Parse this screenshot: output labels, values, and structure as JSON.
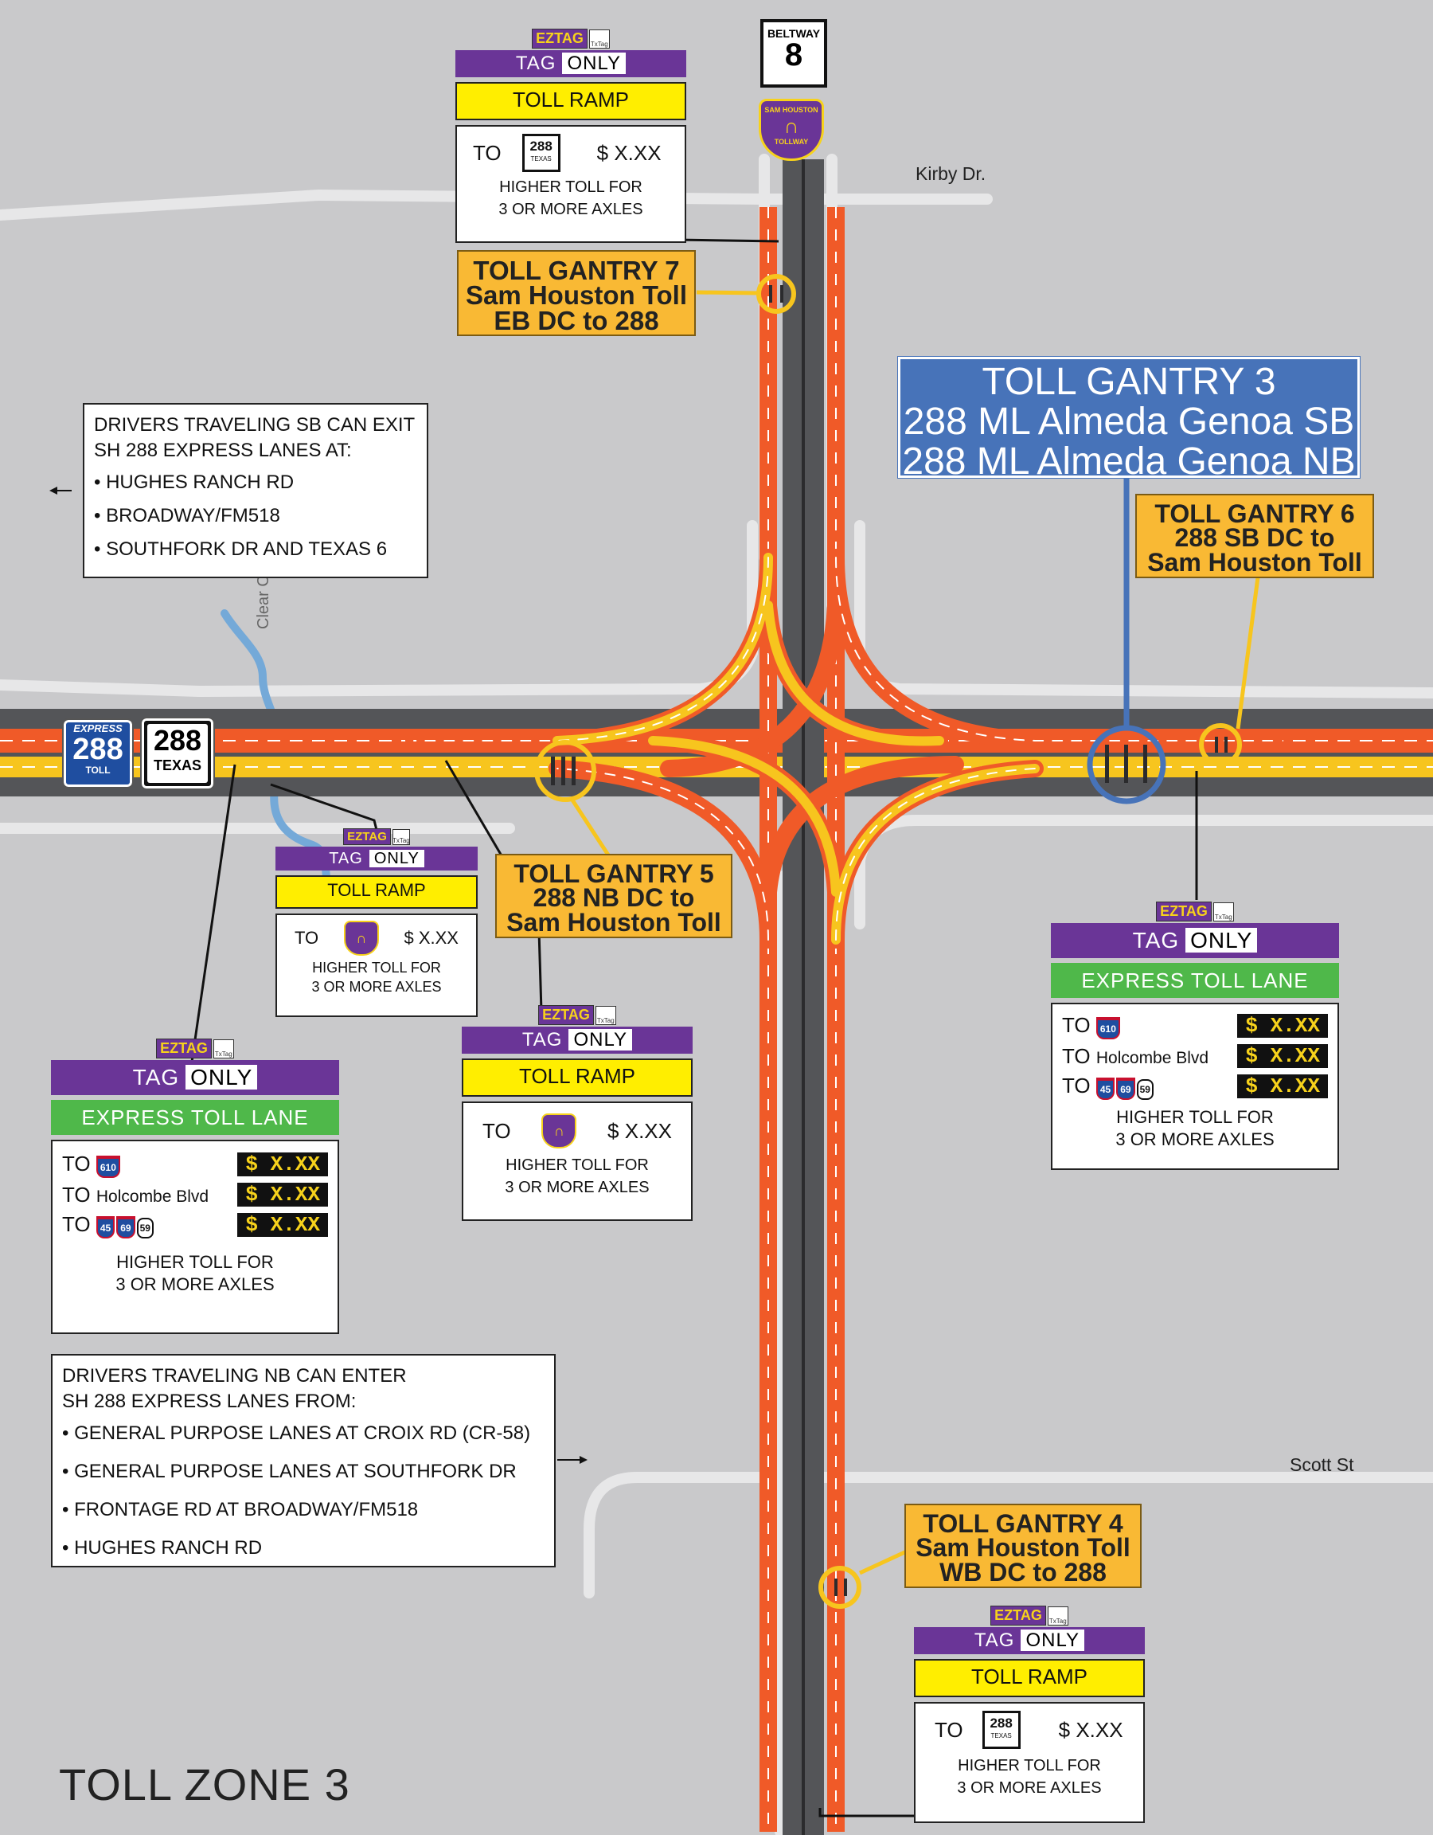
{
  "colors": {
    "background": "#c9c9cb",
    "road_dark": "#545558",
    "road_orange": "#f05a28",
    "road_yellow": "#f7c51e",
    "callout_yellow": "#f9b934",
    "callout_blue": "#4773b9",
    "tag_purple": "#6a3597",
    "express_green": "#4fb84a",
    "creek_blue": "#74a9d8"
  },
  "shields": {
    "beltway_top": "BELTWAY",
    "beltway_num": "8",
    "sam_houston_top": "SAM HOUSTON",
    "sam_houston_bottom": "TOLLWAY",
    "express_label": "EXPRESS",
    "express_num": "288",
    "express_toll": "TOLL",
    "texas_num": "288",
    "texas_label": "TEXAS"
  },
  "streets": {
    "kirby": "Kirby Dr.",
    "scott": "Scott St",
    "creek": "Clear Creek"
  },
  "logos": {
    "eztag": "EZTAG",
    "txtag": "TxTag"
  },
  "sign_text": {
    "tag": "TAG",
    "only": "ONLY",
    "toll_ramp": "TOLL RAMP",
    "express_toll_lane": "EXPRESS TOLL LANE",
    "to": "TO",
    "price": "$ X.XX",
    "higher_1": "HIGHER TOLL FOR",
    "higher_2": "3 OR MORE AXLES",
    "holcombe": "Holcombe Blvd",
    "i610": "610",
    "i45": "45",
    "i69": "69",
    "us59": "59",
    "shield_288_num": "288",
    "shield_288_state": "TEXAS"
  },
  "gantries": {
    "g7": [
      "TOLL GANTRY 7",
      "Sam Houston Toll",
      "EB DC to 288"
    ],
    "g3": [
      "TOLL GANTRY 3",
      "288 ML Almeda Genoa SB",
      "288 ML Almeda Genoa NB"
    ],
    "g6": [
      "TOLL GANTRY 6",
      "288 SB DC to",
      "Sam Houston Toll"
    ],
    "g5": [
      "TOLL GANTRY 5",
      "288  NB DC to",
      "Sam Houston Toll"
    ],
    "g4": [
      "TOLL GANTRY 4",
      "Sam Houston Toll",
      "WB DC to 288"
    ]
  },
  "info_sb": {
    "heading_1": "DRIVERS TRAVELING SB CAN EXIT",
    "heading_2": "SH 288 EXPRESS LANES AT:",
    "items": [
      "HUGHES RANCH RD",
      "BROADWAY/FM518",
      "SOUTHFORK DR AND TEXAS 6"
    ]
  },
  "info_nb": {
    "heading_1": "DRIVERS TRAVELING NB CAN ENTER",
    "heading_2": "SH 288 EXPRESS LANES FROM:",
    "items": [
      "GENERAL PURPOSE LANES AT CROIX RD (CR-58)",
      "GENERAL PURPOSE LANES AT SOUTHFORK DR",
      "FRONTAGE RD AT BROADWAY/FM518",
      "HUGHES RANCH RD"
    ]
  },
  "zone_title": "TOLL ZONE 3"
}
